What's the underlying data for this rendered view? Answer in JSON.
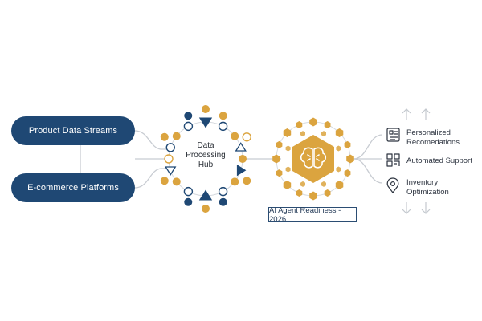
{
  "sources": [
    {
      "label": "Product Data Streams"
    },
    {
      "label": "E-commerce Platforms"
    }
  ],
  "hub": {
    "label_line1": "Data",
    "label_line2": "Processing",
    "label_line3": "Hub"
  },
  "agent": {
    "readiness_label": "AI Agent Readiness - 2026"
  },
  "outputs": [
    {
      "label_line1": "Personalized",
      "label_line2": "Recomedations",
      "icon": "recommendation-list-icon"
    },
    {
      "label_line1": "Automated Support",
      "label_line2": "",
      "icon": "support-qr-icon"
    },
    {
      "label_line1": "Inventory",
      "label_line2": "Optimization",
      "icon": "location-pin-icon"
    }
  ],
  "colors": {
    "navy": "#1f4874",
    "gold": "#dba43f",
    "line": "#c8ccd2",
    "arrow": "#c4c9cf"
  },
  "icons": {
    "center": "brain-icon",
    "arrows": "up-down-arrows-icon"
  }
}
